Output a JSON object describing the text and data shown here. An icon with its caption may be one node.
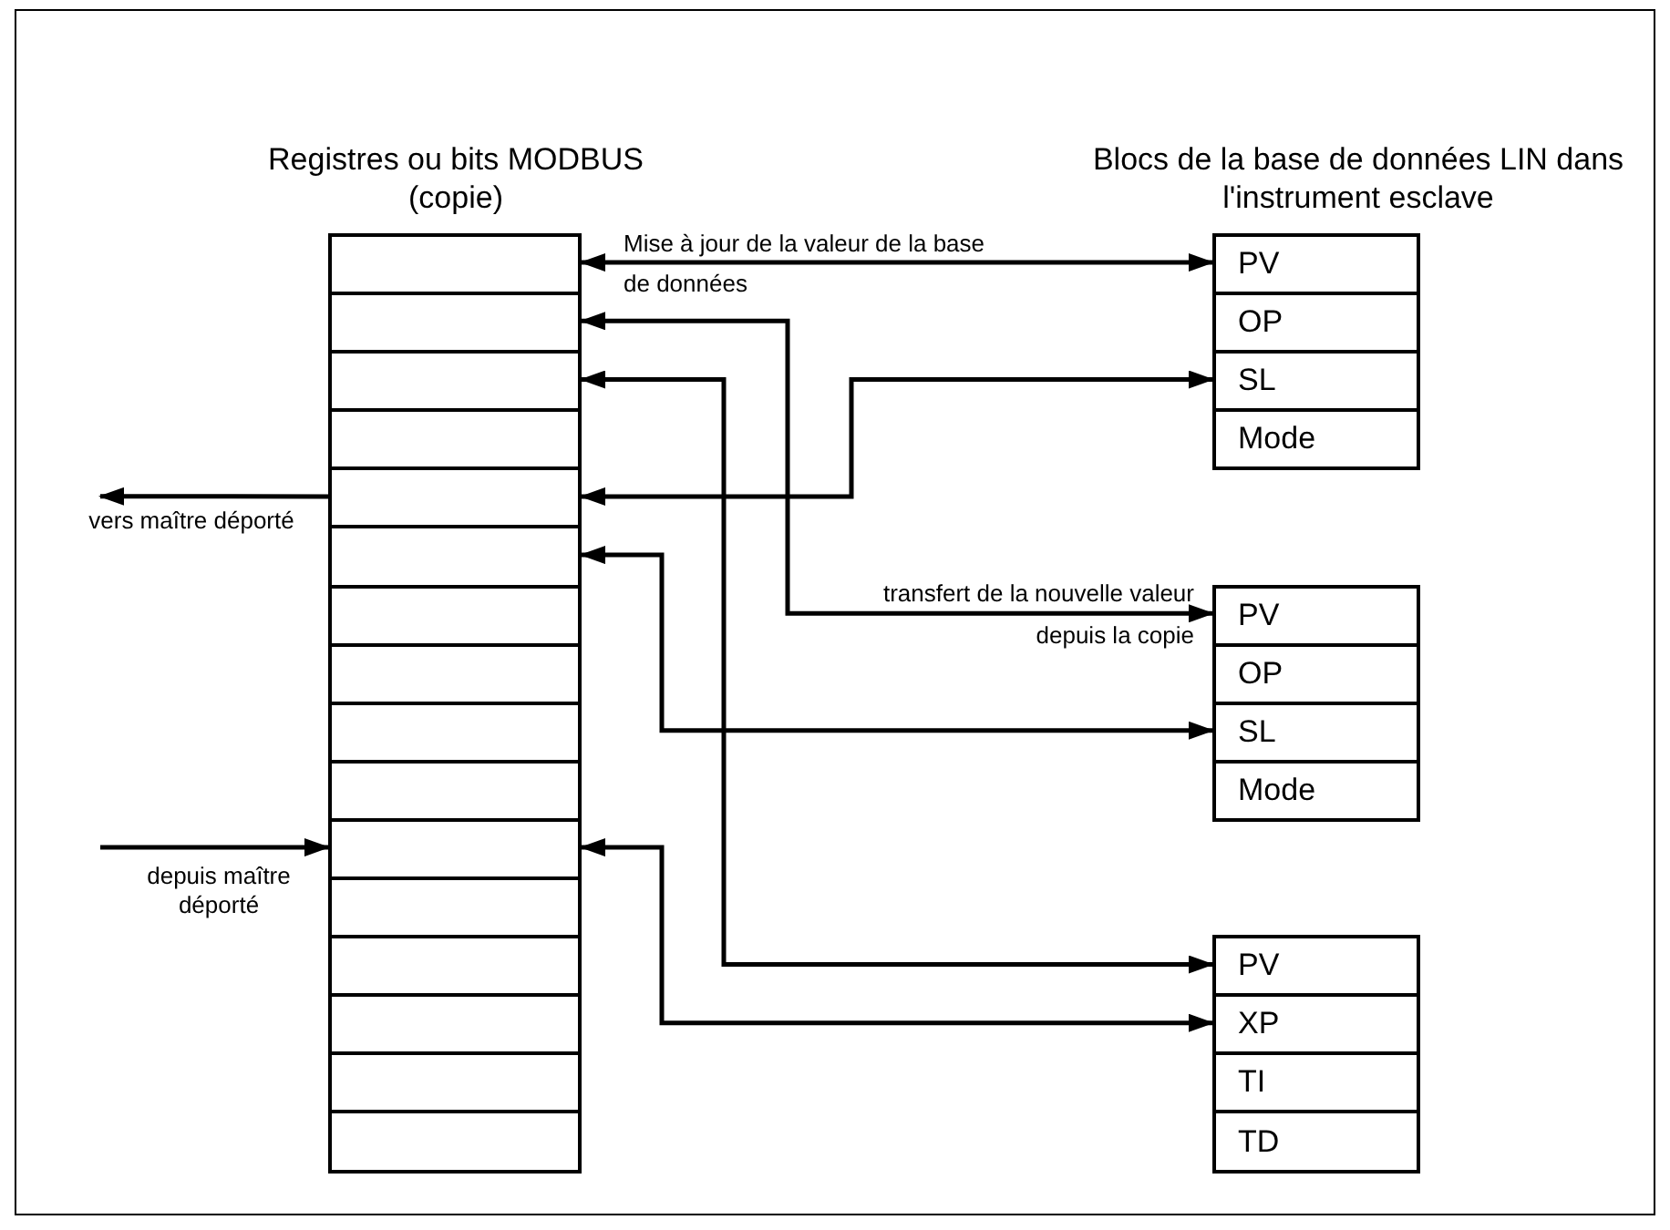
{
  "diagram": {
    "nodes": [
      {
        "text": [
          "Registres ou bits MODBUS (copie)"
        ]
      },
      {
        "text": [],
        "shape": "box",
        "in": 0
      },
      {
        "text": [],
        "shape": "box",
        "in": 0
      },
      {
        "text": [],
        "shape": "box",
        "in": 0
      },
      {
        "text": [],
        "shape": "box",
        "in": 0
      },
      {
        "text": [],
        "shape": "box",
        "in": 0
      },
      {
        "text": [],
        "shape": "box",
        "in": 0
      },
      {
        "text": [],
        "shape": "box",
        "in": 0
      },
      {
        "text": [],
        "shape": "box",
        "in": 0
      },
      {
        "text": [],
        "shape": "box",
        "in": 0
      },
      {
        "text": [],
        "shape": "box",
        "in": 0
      },
      {
        "text": [],
        "shape": "box",
        "in": 0
      },
      {
        "text": [],
        "shape": "box",
        "in": 0
      },
      {
        "text": [],
        "shape": "box",
        "in": 0
      },
      {
        "text": [],
        "shape": "box",
        "in": 0
      },
      {
        "text": [],
        "shape": "box",
        "in": 0
      },
      {
        "text": [],
        "shape": "box",
        "in": 0
      },
      {
        "text": [],
        "shape": "box"
      },
      {
        "text": [
          "PV"
        ],
        "in": 17
      },
      {
        "text": [
          "OP"
        ],
        "in": 17
      },
      {
        "text": [
          "SL"
        ],
        "in": 17
      },
      {
        "text": [
          "Mode"
        ],
        "in": 17
      },
      {
        "text": [],
        "shape": "box"
      },
      {
        "text": [
          "PV"
        ],
        "in": 22
      },
      {
        "text": [
          "OP"
        ],
        "in": 22
      },
      {
        "text": [
          "SL"
        ],
        "in": 22
      },
      {
        "text": [
          "Mode"
        ],
        "in": 22
      },
      {
        "text": [],
        "shape": "box"
      },
      {
        "text": [
          "PV"
        ],
        "in": 27
      },
      {
        "text": [
          "XP"
        ],
        "in": 27
      },
      {
        "text": [
          "TI"
        ],
        "in": 27
      },
      {
        "text": [
          "TD"
        ],
        "in": 27
      }
    ],
    "edges": [
      {
        "from": 1,
        "to": 18,
        "arrow": "both",
        "label": "Mise à jour de la valeur de la base de données"
      },
      {
        "from": 2,
        "to": 23,
        "arrow": "both",
        "label": "transfert de la nouvelle valeur depuis la copie"
      },
      {
        "from": 3,
        "to": 28,
        "arrow": "both"
      },
      {
        "from": 5,
        "to": 20,
        "arrow": "both"
      },
      {
        "from": 6,
        "to": 25,
        "arrow": "both"
      },
      {
        "from": 11,
        "to": 29,
        "arrow": "both"
      },
      {
        "from": 5,
        "to": null,
        "arrow": "to",
        "label": "vers maître déporté"
      },
      {
        "from": null,
        "to": 11,
        "arrow": "to",
        "label": "depuis maître déporté"
      }
    ],
    "labels": [
      "Blocs de la base de données LIN dans l'instrument esclave"
    ]
  }
}
